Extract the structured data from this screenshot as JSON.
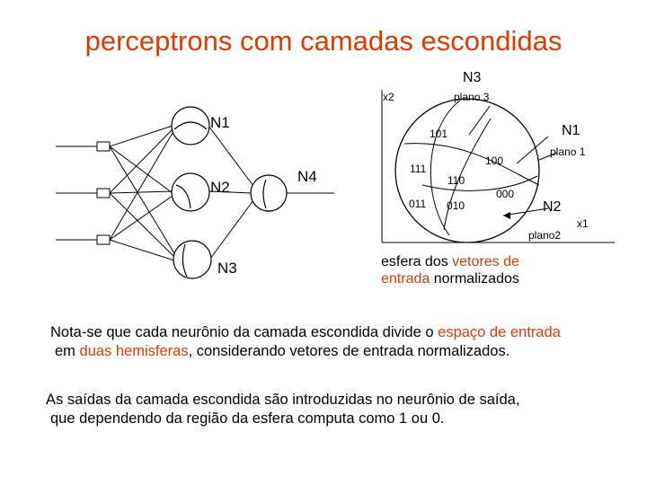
{
  "title": "perceptrons com camadas escondidas",
  "network": {
    "labels": {
      "n1": "N1",
      "n2": "N2",
      "n3": "N3",
      "n4": "N4"
    }
  },
  "sphere": {
    "labels": {
      "n3": "N3",
      "n1": "N1",
      "n2": "N2",
      "x1": "x1",
      "x2": "x2",
      "plano1": "plano 1",
      "plano2": "plano2",
      "plano3": "plano 3",
      "r101": "101",
      "r100": "100",
      "r111": "111",
      "r110": "110",
      "r011": "011",
      "r010": "010",
      "r000": "000"
    },
    "caption": {
      "p1": "esfera dos ",
      "h1": "vetores de",
      "p2": "entrada",
      "p3": " normalizados"
    }
  },
  "note1": {
    "line1_a": "Nota-se que cada neurônio da camada escondida divide o ",
    "line1_b": "espaço de entrada",
    "line2_a": "em ",
    "line2_b": "duas hemisferas",
    "line2_c": ", considerando vetores de entrada normalizados."
  },
  "note2": {
    "line1": "As saídas da camada escondida são introduzidas no neurônio de saída,",
    "line2": "que dependendo da região da esfera computa como 1 ou 0."
  }
}
